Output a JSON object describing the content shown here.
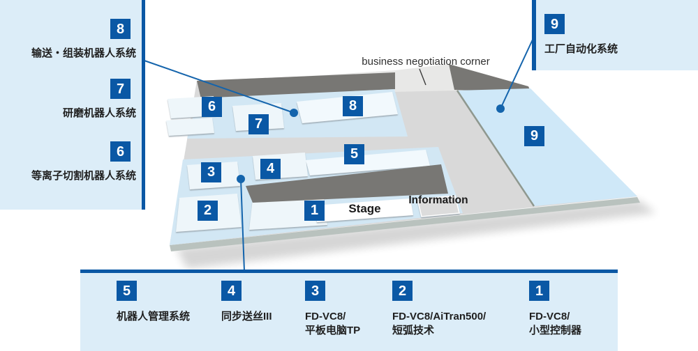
{
  "colors": {
    "accent": "#0a58a5",
    "line": "#1464ac",
    "panel_bg": "#dcedf8",
    "floor": "#d9d9d9",
    "wall": "#787774",
    "island": "#d2e7f4",
    "zone9": "#cfe8f8",
    "booth": "#eef6fa",
    "booth_info": "#dcdcdc",
    "stage": "#ffffff",
    "corner_area": "#e8e8e7",
    "floor_edge": "#b9c2be"
  },
  "legend_left": {
    "items": [
      {
        "number": "8",
        "label": "输送・组装机器人系统"
      },
      {
        "number": "7",
        "label": "研磨机器人系统"
      },
      {
        "number": "6",
        "label": "等离子切割机器人系统"
      }
    ]
  },
  "legend_right": {
    "items": [
      {
        "number": "9",
        "label": "工厂自动化系统"
      }
    ]
  },
  "legend_bottom": {
    "items": [
      {
        "number": "5",
        "label": "机器人管理系统"
      },
      {
        "number": "4",
        "label": "同步送丝III"
      },
      {
        "number": "3",
        "label": "FD-VC8/\n平板电脑TP"
      },
      {
        "number": "2",
        "label": "FD-VC8/AiTran500/\n短弧技术"
      },
      {
        "number": "1",
        "label": "FD-VC8/\n小型控制器"
      }
    ]
  },
  "map": {
    "labels": {
      "business_corner": "business negotiation corner",
      "stage": "Stage",
      "information": "Information"
    },
    "badges": {
      "b1": "1",
      "b2": "2",
      "b3": "3",
      "b4": "4",
      "b5": "5",
      "b6": "6",
      "b7": "7",
      "b8": "8",
      "b9": "9"
    }
  }
}
